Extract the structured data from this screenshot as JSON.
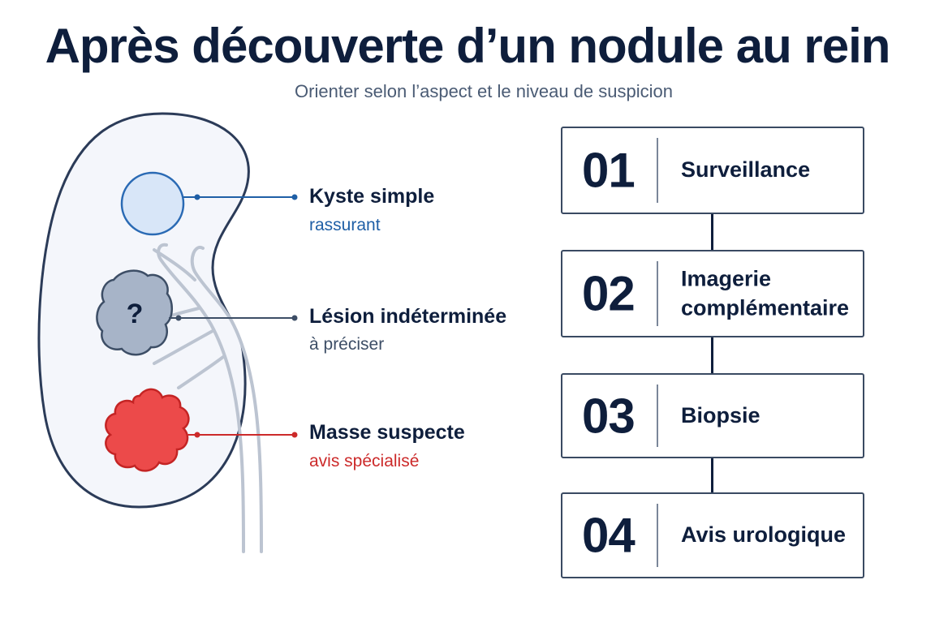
{
  "header": {
    "title": "Après découverte d’un nodule au rein",
    "subtitle": "Orienter selon l’aspect et le niveau de suspicion"
  },
  "lesions": [
    {
      "label": "Kyste simple",
      "sublabel": "rassurant",
      "color": "#1f5fa6"
    },
    {
      "label": "Lésion indéterminée",
      "sublabel": "à préciser",
      "color": "#3d4e66"
    },
    {
      "label": "Masse suspecte",
      "sublabel": "avis spécialisé",
      "color": "#cc2a2a"
    }
  ],
  "lesion_marks": {
    "cyst_fill": "#d8e6f8",
    "indeterminate_fill": "#a7b4c8",
    "indeterminate_symbol": "?",
    "mass_fill": "#ec4a4a"
  },
  "steps": [
    {
      "number": "01",
      "text": "Surveillance"
    },
    {
      "number": "02",
      "text": "Imagerie\ncomplémentaire"
    },
    {
      "number": "03",
      "text": "Biopsie"
    },
    {
      "number": "04",
      "text": "Avis urologique"
    }
  ]
}
